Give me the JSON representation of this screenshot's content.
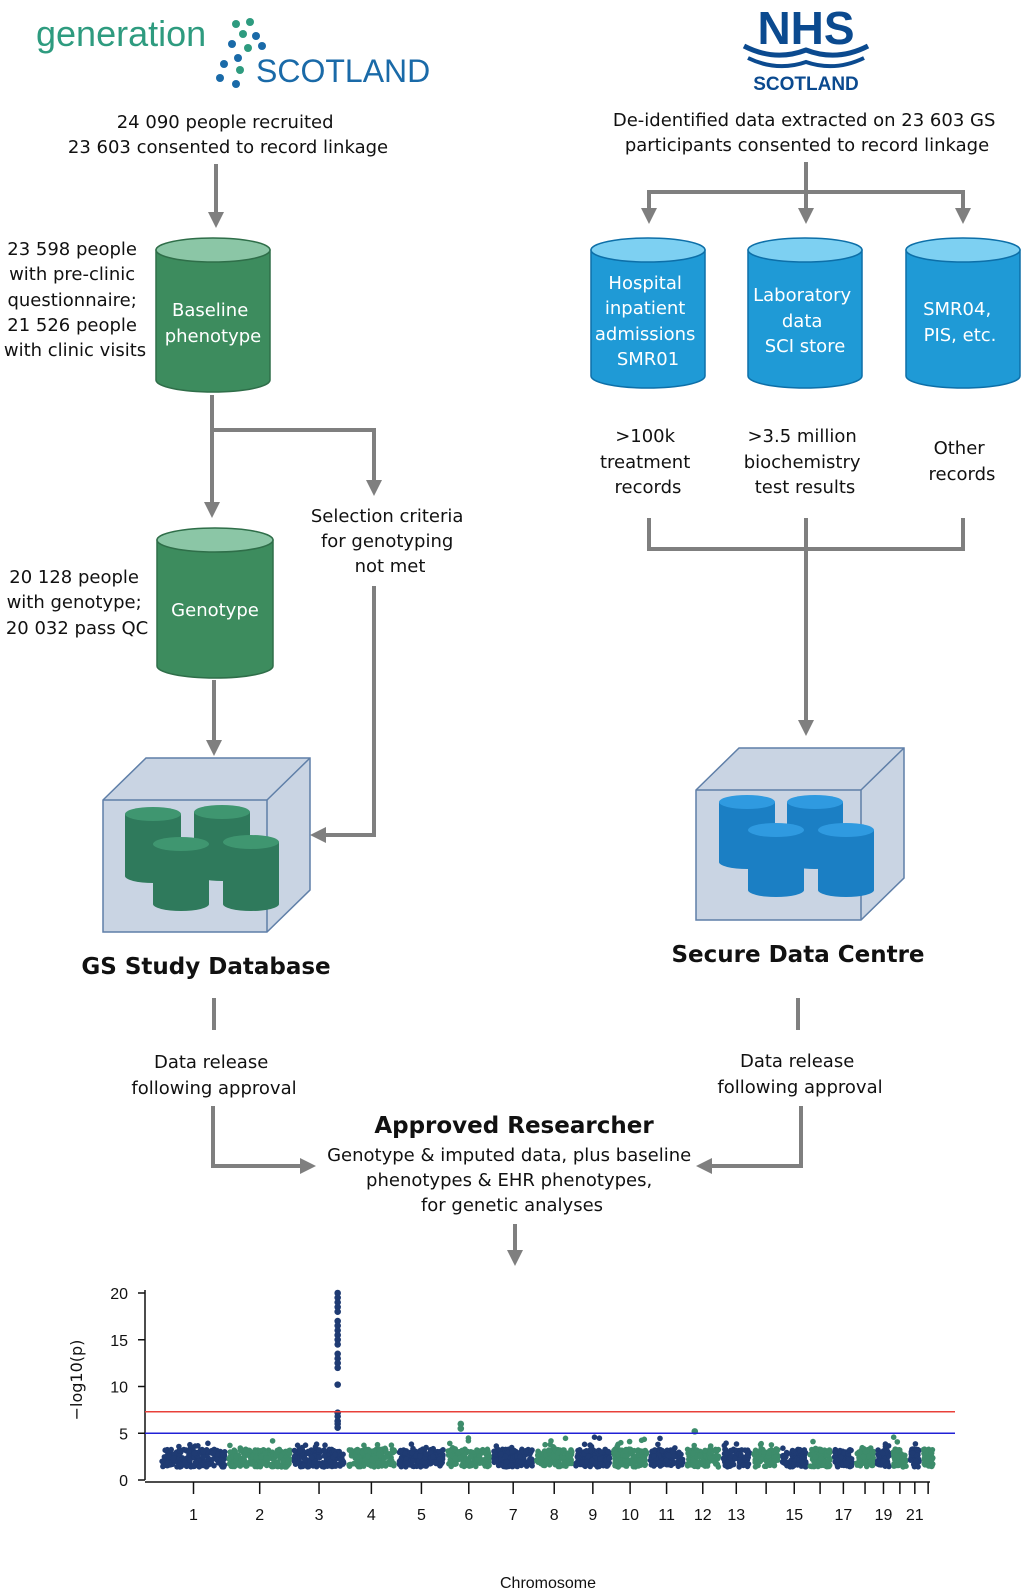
{
  "logos": {
    "gs_line1": "generation",
    "gs_line2": "SCOTLAND",
    "nhs_line1": "NHS",
    "nhs_line2": "SCOTLAND"
  },
  "left": {
    "recruit": [
      "24 090 people recruited",
      "23 603 consented to record linkage"
    ],
    "baseline_note": [
      "23 598 people",
      "with pre-clinic",
      "questionnaire;",
      "21 526 people",
      "with clinic visits"
    ],
    "baseline_label": [
      "Baseline",
      "phenotype"
    ],
    "selection": [
      "Selection criteria",
      "for genotyping",
      "not met"
    ],
    "genotype_note": [
      "20 128 people",
      "with genotype;",
      "20 032 pass QC"
    ],
    "genotype_label": "Genotype",
    "db_title": "GS Study Database",
    "release": [
      "Data release",
      "following approval"
    ]
  },
  "right": {
    "extract": [
      "De-identified data extracted on 23 603 GS",
      "participants consented to record linkage"
    ],
    "cyl1": [
      "Hospital",
      "inpatient",
      "admissions",
      "SMR01"
    ],
    "cyl2": [
      "Laboratory",
      "data",
      "SCI store"
    ],
    "cyl3": [
      "SMR04,",
      "PIS, etc."
    ],
    "note1": [
      ">100k",
      "treatment",
      "records"
    ],
    "note2": [
      ">3.5 million",
      "biochemistry",
      "test results"
    ],
    "note3": [
      "Other",
      "records"
    ],
    "centre_title": "Secure Data Centre",
    "release": [
      "Data release",
      "following approval"
    ]
  },
  "researcher": {
    "title": "Approved Researcher",
    "desc": [
      "Genotype & imputed data, plus baseline",
      "phenotypes & EHR phenotypes,",
      "for genetic analyses"
    ]
  },
  "chart_data": {
    "type": "scatter",
    "title": "",
    "xlabel": "Chromosome",
    "ylabel": "−log10(p)",
    "ylim": [
      0,
      20
    ],
    "yticks": [
      0,
      5,
      10,
      15,
      20
    ],
    "xtick_labels": [
      "1",
      "2",
      "3",
      "4",
      "5",
      "6",
      "7",
      "8",
      "9",
      "10",
      "11",
      "12",
      "13",
      "15",
      "17",
      "19",
      "21"
    ],
    "chromosomes": [
      "1",
      "2",
      "3",
      "4",
      "5",
      "6",
      "7",
      "8",
      "9",
      "10",
      "11",
      "12",
      "13",
      "14",
      "15",
      "16",
      "17",
      "18",
      "19",
      "20",
      "21",
      "22"
    ],
    "thresholds": [
      {
        "value": 7.3,
        "color": "#e8403a"
      },
      {
        "value": 5,
        "color": "#2121d6"
      }
    ],
    "colors": {
      "odd": "#1f3b73",
      "even": "#3d8c6b"
    },
    "peaks": [
      {
        "chromosome": "3",
        "values": [
          20.0,
          19.5,
          19.0,
          18.5,
          18.0,
          17.0,
          16.5,
          16.0,
          15.5,
          15.0,
          14.5,
          13.5,
          13.0,
          12.5,
          12.0,
          10.2,
          7.2,
          6.8,
          6.3,
          6.0,
          5.6
        ]
      },
      {
        "chromosome": "6",
        "values": [
          6.0,
          5.5
        ]
      },
      {
        "chromosome": "12",
        "values": [
          5.2
        ]
      }
    ],
    "background_max": 5
  }
}
